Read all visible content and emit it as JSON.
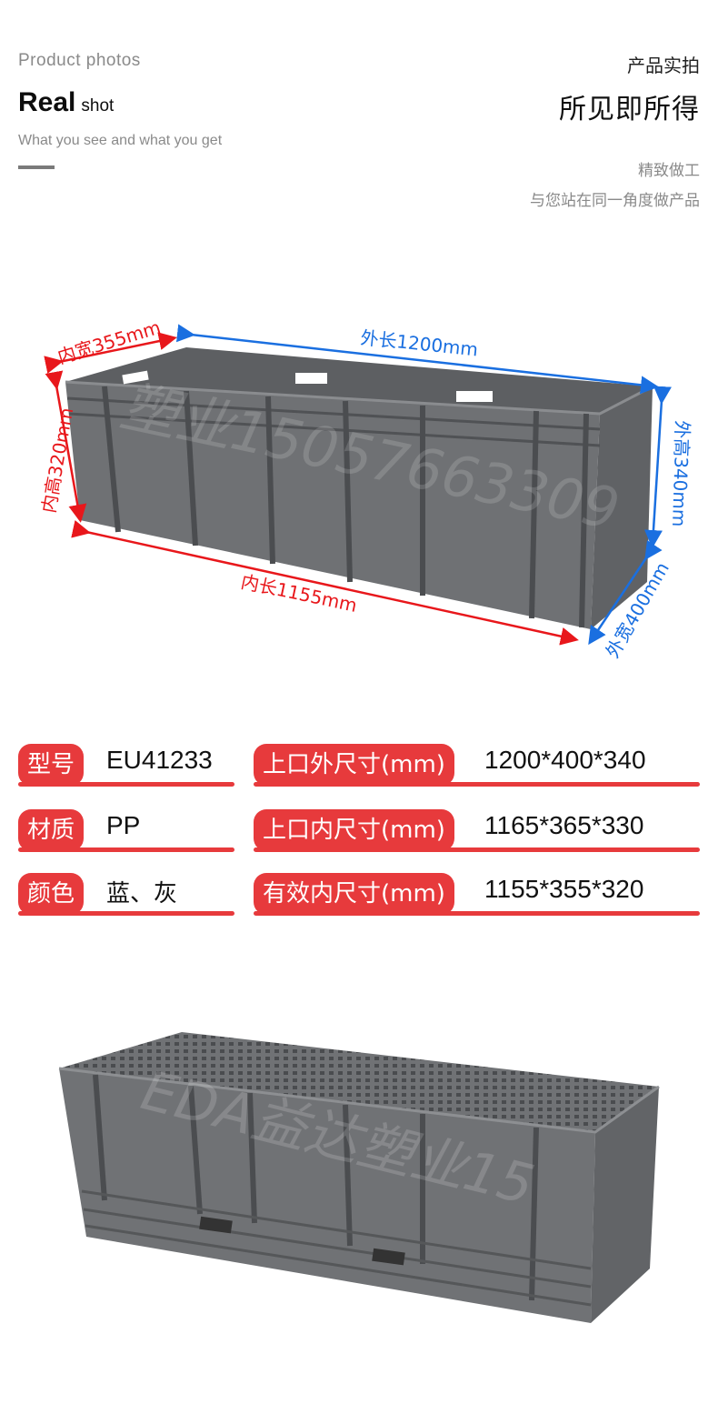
{
  "header": {
    "en_subtitle": "Product photos",
    "en_title_big": "Real",
    "en_title_small": "shot",
    "en_tagline": "What you see and what you get",
    "cn_subtitle": "产品实拍",
    "cn_title": "所见即所得",
    "cn_tagline_1": "精致做工",
    "cn_tagline_2": "与您站在同一角度做产品"
  },
  "photo1": {
    "watermark": "塑业15057663309",
    "dimensions": {
      "inner_width": "内宽355mm",
      "outer_length": "外长1200mm",
      "inner_height": "内高320mm",
      "outer_height": "外高340mm",
      "inner_length": "内长1155mm",
      "outer_width": "外宽400mm"
    },
    "colors": {
      "inner_arrow": "#e8171b",
      "outer_arrow": "#1a6fe0",
      "crate": "#6b6d70"
    }
  },
  "specs": {
    "left": [
      {
        "label": "型号",
        "value": "EU41233"
      },
      {
        "label": "材质",
        "value": "PP"
      },
      {
        "label": "颜色",
        "value": "蓝、灰"
      }
    ],
    "right": [
      {
        "label": "上口外尺寸(mm)",
        "value": "1200*400*340"
      },
      {
        "label": "上口内尺寸(mm)",
        "value": "1165*365*330"
      },
      {
        "label": "有效内尺寸(mm)",
        "value": "1155*355*320"
      }
    ],
    "accent": "#e73a3c"
  },
  "photo2": {
    "watermark": "EDA益达塑业15"
  }
}
